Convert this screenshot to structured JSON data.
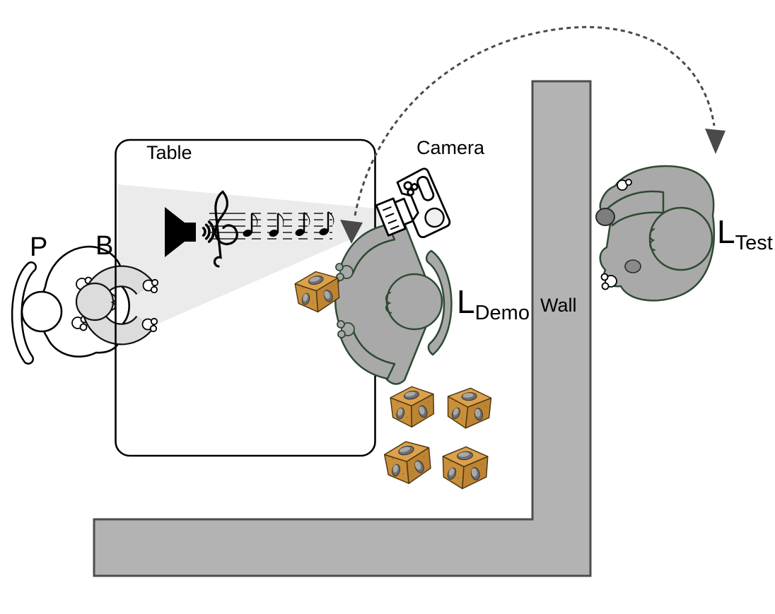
{
  "labels": {
    "table": "Table",
    "camera": "Camera",
    "wall": "Wall",
    "person_p": "P",
    "person_b": "B",
    "learner_demo_main": "L",
    "learner_demo_sub": "Demo",
    "learner_test_main": "L",
    "learner_test_sub": "Test"
  },
  "icons": {
    "speaker": "speaker-icon",
    "musical_staff": "musical-staff-icon",
    "treble_clef": "treble-clef-icon",
    "eighth_notes": "eighth-note-icons",
    "camera": "camera-icon",
    "toy_blocks": "toy-block-icons",
    "video_link": "dashed-arrow-video-link"
  },
  "colors": {
    "background": "#ffffff",
    "wall_gray": "#b3b3b3",
    "outline_dark": "#4d4d4d",
    "figure_gray": "#a9a9a9",
    "figure_outline": "#2d4a32",
    "baby_gray": "#dcdcdc",
    "view_cone": "#ebebeb",
    "block_top": "#dca14b",
    "block_left": "#c98f3a",
    "block_right": "#bd8433",
    "block_outline": "#4a3410",
    "hole_gray": "#6e6e6e",
    "arrow_gray": "#4a4a4a",
    "black": "#000000"
  }
}
